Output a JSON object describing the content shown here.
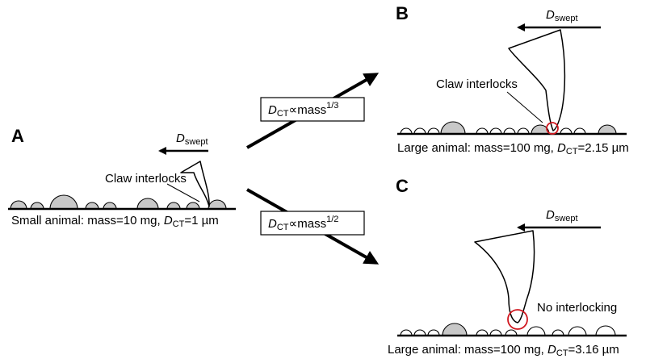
{
  "panels": {
    "a": {
      "letter": "A",
      "caption_prefix": "Small animal: mass=10 mg, ",
      "d_symbol": "D",
      "d_sub": "CT",
      "caption_suffix": "=1 µm",
      "claw_label": "Claw interlocks",
      "swept_symbol": "D",
      "swept_sub": "swept"
    },
    "b": {
      "letter": "B",
      "caption_prefix": "Large animal: mass=100 mg, ",
      "d_symbol": "D",
      "d_sub": "CT",
      "caption_suffix": "=2.15 µm",
      "claw_label": "Claw interlocks",
      "swept_symbol": "D",
      "swept_sub": "swept"
    },
    "c": {
      "letter": "C",
      "caption_prefix": "Large animal: mass=100 mg, ",
      "d_symbol": "D",
      "d_sub": "CT",
      "caption_suffix": "=3.16 µm",
      "claw_label": "No interlocking",
      "swept_symbol": "D",
      "swept_sub": "swept"
    }
  },
  "scalings": {
    "upper": {
      "d_symbol": "D",
      "d_sub": "CT",
      "relation": "∝mass",
      "exponent": "1/3"
    },
    "lower": {
      "d_symbol": "D",
      "d_sub": "CT",
      "relation": "∝mass",
      "exponent": "1/2"
    }
  },
  "colors": {
    "contact_circle": "#d0171f",
    "grey_asperity": "#c8c8c8",
    "ink": "#000000"
  }
}
